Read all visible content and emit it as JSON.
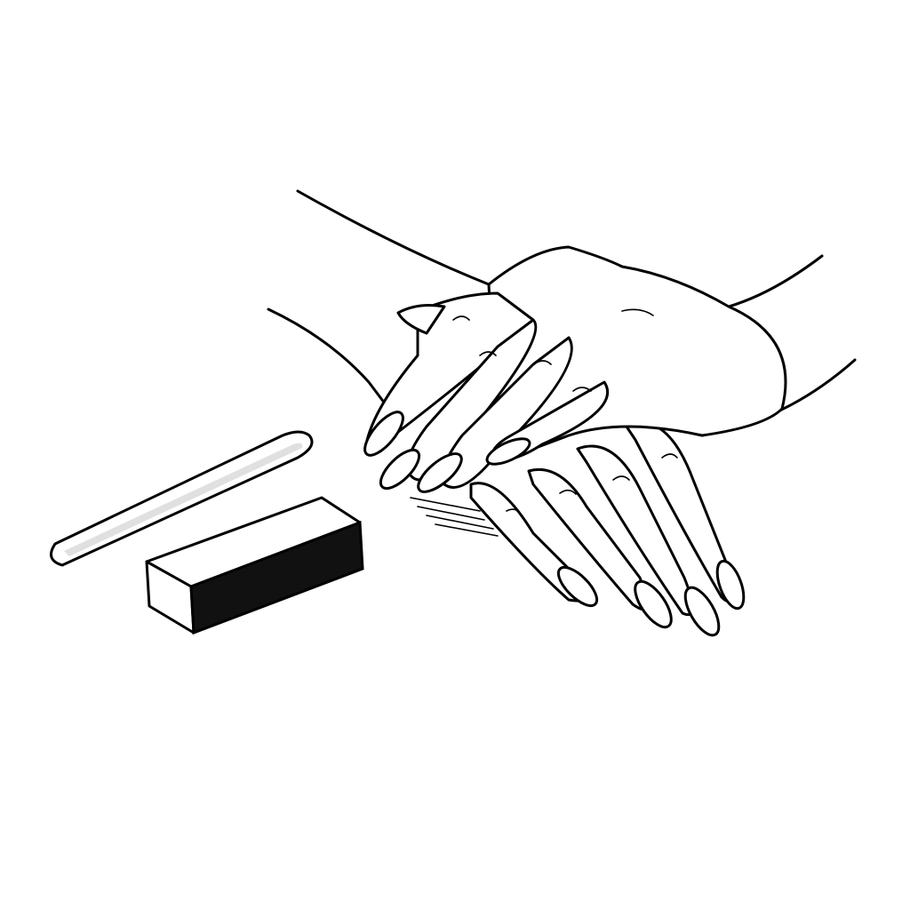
{
  "illustration": {
    "subject": "manicure",
    "colors": {
      "ink": "#000000",
      "paper": "#ffffff",
      "buffer_face": "#111111"
    },
    "objects": [
      "nail-file",
      "nail-buffer-block",
      "crossed-hands"
    ]
  }
}
